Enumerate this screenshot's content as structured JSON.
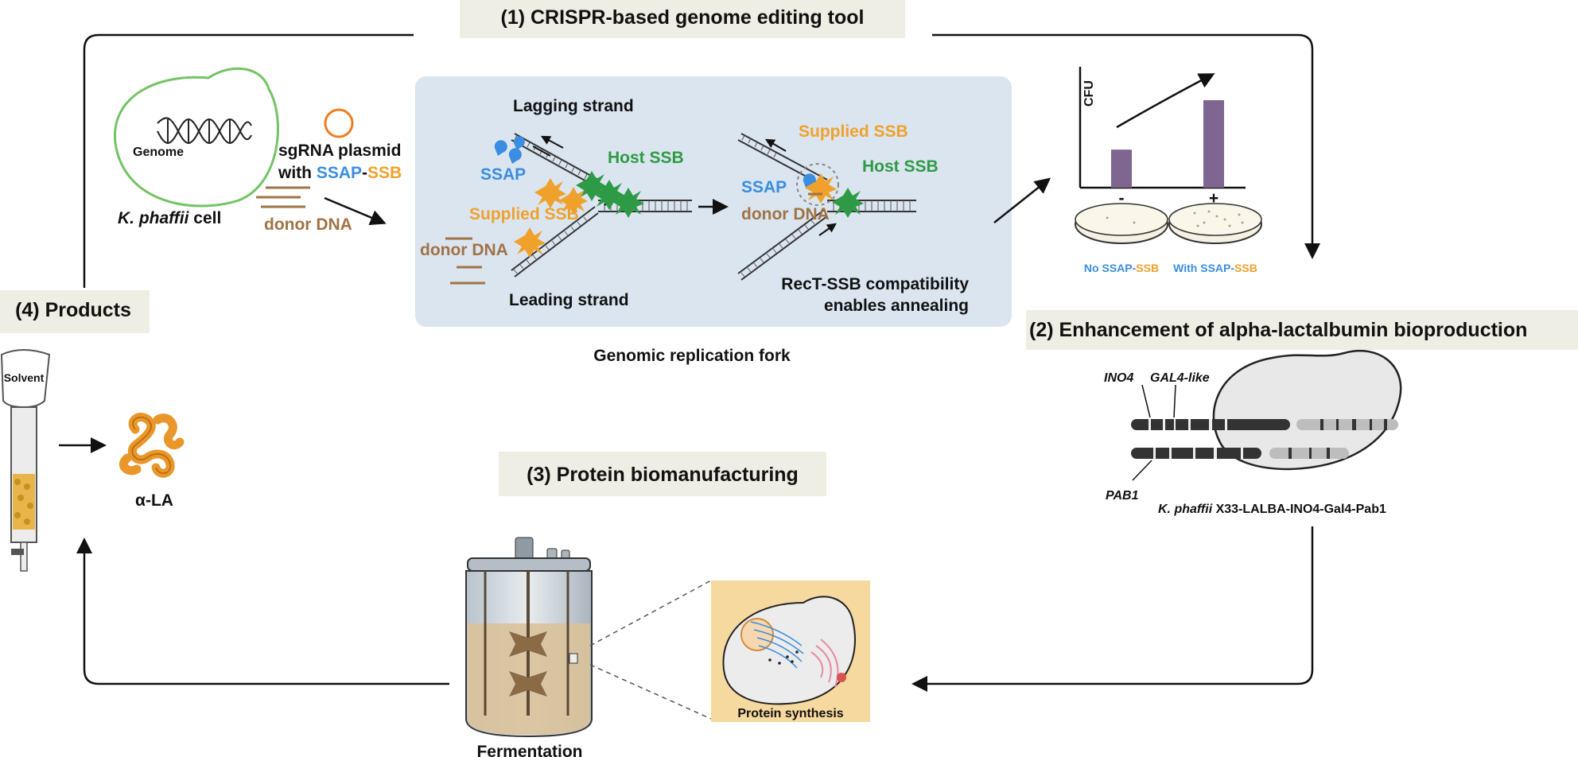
{
  "steps": {
    "s1": "(1) CRISPR-based genome editing tool",
    "s2": "(2) Enhancement of alpha-lactalbumin bioproduction",
    "s3": "(3) Protein biomanufacturing",
    "s4": "(4) Products"
  },
  "cell": {
    "genome": "Genome",
    "name_italic": "K. phaffii",
    "name_rest": " cell",
    "plasmid_line1": "sgRNA plasmid",
    "plasmid_line2_prefix": "with ",
    "ssap": "SSAP",
    "dash": "-",
    "ssb": "SSB",
    "donor": "donor DNA"
  },
  "fork": {
    "lagging": "Lagging strand",
    "leading": "Leading strand",
    "ssap": "SSAP",
    "host_ssb": "Host SSB",
    "supplied_ssb": "Supplied SSB",
    "donor": "donor DNA",
    "compat_line1": "RecT-SSB compatibility",
    "compat_line2": "enables annealing",
    "caption": "Genomic replication fork"
  },
  "cfu": {
    "ylabel": "CFU",
    "minus": "-",
    "plus": "+",
    "no_prefix": "No ",
    "with_prefix": "With ",
    "ssap": "SSAP",
    "dash": "-",
    "ssb": "SSB",
    "bars": [
      {
        "condition": "No SSAP-SSB",
        "value": 1
      },
      {
        "condition": "With SSAP-SSB",
        "value": 2.3
      }
    ]
  },
  "strain": {
    "ino4": "INO4",
    "gal4": "GAL4-like",
    "pab1": "PAB1",
    "name_italic": "K. phaffii",
    "name_rest": " X33-LALBA-INO4-Gal4-Pab1"
  },
  "fermentation": {
    "label": "Fermentation",
    "protein_synthesis": "Protein synthesis"
  },
  "product": {
    "solvent": "Solvent",
    "name": "α-LA"
  },
  "colors": {
    "ssap_blue": "#3a8de0",
    "ssb_orange": "#f0a12c",
    "host_green": "#2f9a46",
    "donor_brown": "#a07346",
    "panel_bg": "#dae5ef",
    "title_bg": "#eeeee4",
    "bar_purple": "#7e6690",
    "lalba_orange": "#e9962a"
  }
}
